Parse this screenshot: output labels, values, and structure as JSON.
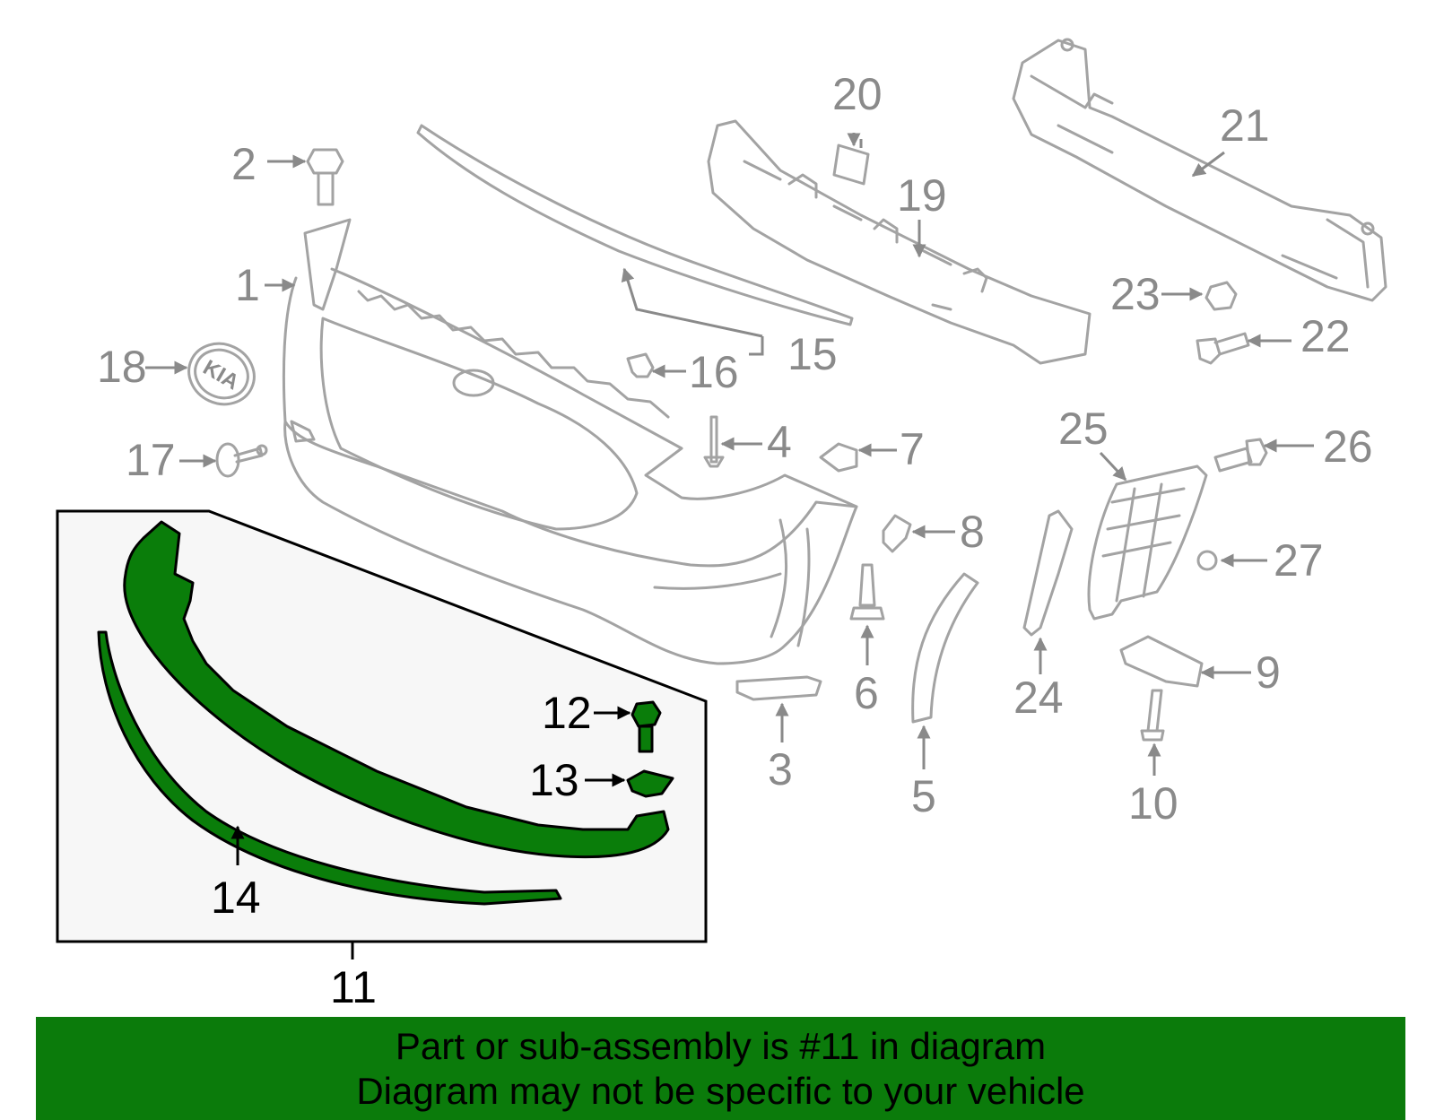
{
  "callouts": {
    "c1": "1",
    "c2": "2",
    "c3": "3",
    "c4": "4",
    "c5": "5",
    "c6": "6",
    "c7": "7",
    "c8": "8",
    "c9": "9",
    "c10": "10",
    "c11": "11",
    "c12": "12",
    "c13": "13",
    "c14": "14",
    "c15": "15",
    "c16": "16",
    "c17": "17",
    "c18": "18",
    "c19": "19",
    "c20": "20",
    "c21": "21",
    "c22": "22",
    "c23": "23",
    "c24": "24",
    "c25": "25",
    "c26": "26",
    "c27": "27"
  },
  "emblem_text": "KIA",
  "banner": {
    "line1": "Part or sub-assembly is #11 in diagram",
    "line2": "Diagram may not be specific to your vehicle"
  },
  "colors": {
    "highlight": "#0a7d0a",
    "banner": "#0b7b0b",
    "part_outline": "#a3a3a3",
    "label_grey": "#8a8a8a"
  }
}
